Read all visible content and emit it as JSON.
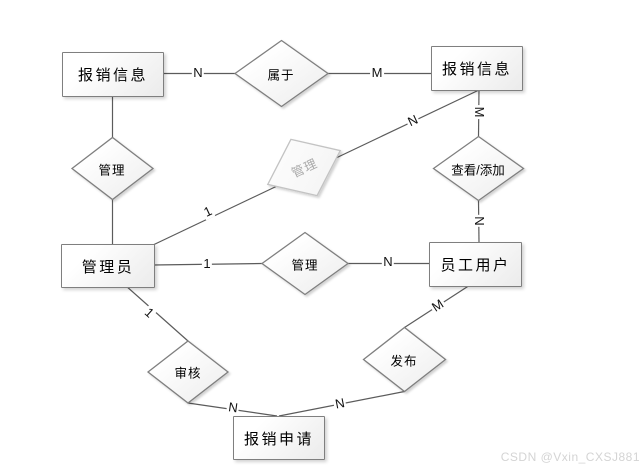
{
  "diagram": {
    "type": "er-diagram",
    "entities": [
      {
        "id": "baoxiao-info-left",
        "label": "报销信息"
      },
      {
        "id": "baoxiao-info-right",
        "label": "报销信息"
      },
      {
        "id": "admin",
        "label": "管理员"
      },
      {
        "id": "employee-user",
        "label": "员工用户"
      },
      {
        "id": "baoxiao-apply",
        "label": "报销申请"
      }
    ],
    "relationships": [
      {
        "id": "belongs-to",
        "label": "属于"
      },
      {
        "id": "manage-left",
        "label": "管理"
      },
      {
        "id": "manage-ghost",
        "label": "管理"
      },
      {
        "id": "view-add",
        "label": "查看/添加"
      },
      {
        "id": "manage-mid",
        "label": "管理"
      },
      {
        "id": "audit",
        "label": "审核"
      },
      {
        "id": "publish",
        "label": "发布"
      }
    ],
    "cardinalities": [
      {
        "edge": "baoxiao-info-left to belongs-to",
        "label": "N"
      },
      {
        "edge": "belongs-to to baoxiao-info-right",
        "label": "M"
      },
      {
        "edge": "manage-ghost to baoxiao-info-right",
        "label": "N"
      },
      {
        "edge": "admin to manage-ghost",
        "label": "1"
      },
      {
        "edge": "baoxiao-info-right to view-add",
        "label": "M"
      },
      {
        "edge": "view-add to employee-user",
        "label": "N"
      },
      {
        "edge": "admin to manage-mid",
        "label": "1"
      },
      {
        "edge": "manage-mid to employee-user",
        "label": "N"
      },
      {
        "edge": "admin to audit",
        "label": "1"
      },
      {
        "edge": "audit to baoxiao-apply",
        "label": "N"
      },
      {
        "edge": "employee-user to publish",
        "label": "M"
      },
      {
        "edge": "publish to baoxiao-apply",
        "label": "N"
      }
    ],
    "colors": {
      "line": "#5b5b5b",
      "shape_border": "#7f7f7f",
      "ghost_border": "#c3c3c3",
      "ghost_text": "#a9a9a9",
      "watermark": "#d4d4d4"
    }
  },
  "watermark": {
    "text": "CSDN @Vxin_CXSJ881"
  }
}
